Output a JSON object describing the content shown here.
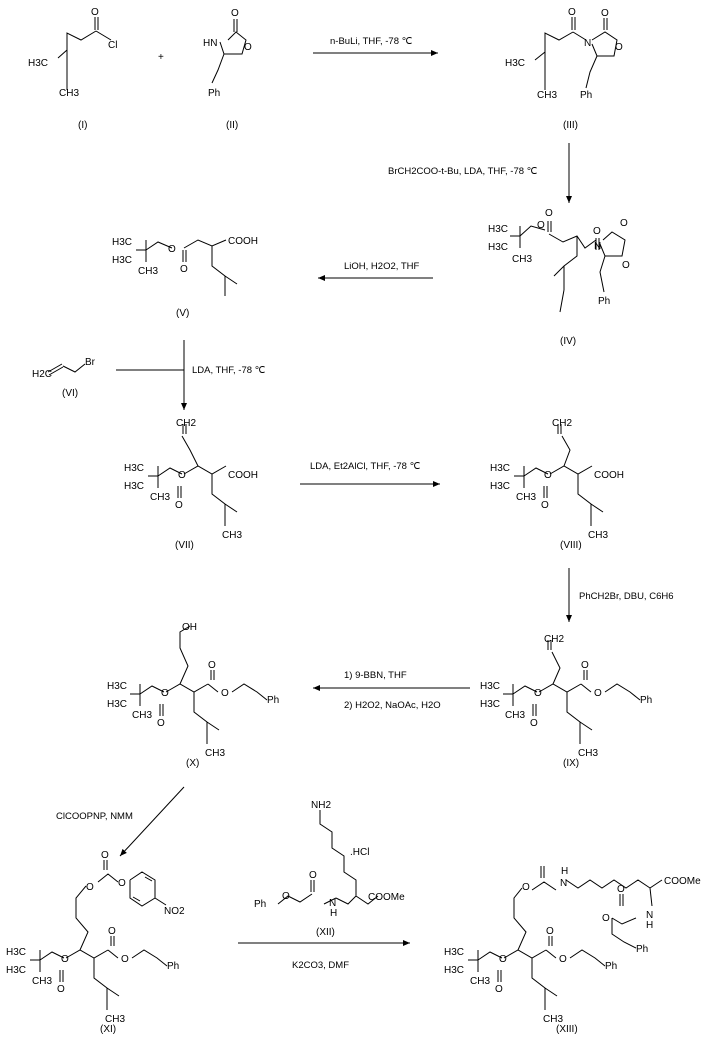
{
  "compounds": {
    "I": {
      "label": "(I)",
      "atoms": [
        "O",
        "Cl",
        "H3C",
        "CH3"
      ]
    },
    "II": {
      "label": "(II)",
      "atoms": [
        "O",
        "HN",
        "O",
        "Ph"
      ]
    },
    "III": {
      "label": "(III)",
      "atoms": [
        "O",
        "O",
        "N",
        "O",
        "H3C",
        "CH3",
        "Ph"
      ]
    },
    "IV": {
      "label": "(IV)",
      "atoms": [
        "H3C",
        "H3C",
        "CH3",
        "O",
        "O",
        "O",
        "O",
        "N",
        "O",
        "Ph"
      ]
    },
    "V": {
      "label": "(V)",
      "atoms": [
        "H3C",
        "H3C",
        "CH3",
        "O",
        "O",
        "COOH"
      ]
    },
    "VI": {
      "label": "(VI)",
      "atoms": [
        "H2C",
        "Br"
      ]
    },
    "VII": {
      "label": "(VII)",
      "atoms": [
        "CH2",
        "H3C",
        "H3C",
        "CH3",
        "O",
        "O",
        "COOH",
        "CH3"
      ]
    },
    "VIII": {
      "label": "(VIII)",
      "atoms": [
        "CH2",
        "H3C",
        "H3C",
        "CH3",
        "O",
        "O",
        "COOH",
        "CH3"
      ]
    },
    "IX": {
      "label": "(IX)",
      "atoms": [
        "CH2",
        "H3C",
        "H3C",
        "CH3",
        "O",
        "O",
        "O",
        "O",
        "Ph",
        "CH3"
      ]
    },
    "X": {
      "label": "(X)",
      "atoms": [
        "OH",
        "H3C",
        "H3C",
        "CH3",
        "O",
        "O",
        "O",
        "O",
        "Ph",
        "CH3"
      ]
    },
    "XI": {
      "label": "(XI)",
      "atoms": [
        "O",
        "O",
        "O",
        "NO2",
        "H3C",
        "H3C",
        "CH3",
        "O",
        "O",
        "O",
        "O",
        "Ph",
        "CH3"
      ]
    },
    "XII": {
      "label": "(XII)",
      "atoms": [
        "NH2",
        ".HCl",
        "O",
        "Ph",
        "O",
        "N",
        "H",
        "COOMe"
      ]
    },
    "XIII": {
      "label": "(XIII)",
      "atoms": [
        "O",
        "N",
        "H",
        "COOMe",
        "O",
        "N",
        "H",
        "O",
        "Ph",
        "H3C",
        "H3C",
        "CH3",
        "O",
        "O",
        "O",
        "O",
        "Ph",
        "CH3"
      ]
    }
  },
  "reactions": [
    {
      "id": "r1",
      "conditions": [
        "n-BuLi, THF, -78 ℃"
      ]
    },
    {
      "id": "r2",
      "conditions": [
        "BrCH2COO-t-Bu, LDA, THF, -78 ℃"
      ]
    },
    {
      "id": "r3",
      "conditions": [
        "LiOH, H2O2, THF"
      ]
    },
    {
      "id": "r4",
      "conditions": [
        "LDA, THF, -78 ℃"
      ]
    },
    {
      "id": "r5",
      "conditions": [
        "LDA, Et2AlCl, THF, -78 ℃"
      ]
    },
    {
      "id": "r6",
      "conditions": [
        "PhCH2Br, DBU, C6H6"
      ]
    },
    {
      "id": "r7",
      "conditions": [
        "1) 9-BBN, THF",
        "2) H2O2, NaOAc, H2O"
      ]
    },
    {
      "id": "r8",
      "conditions": [
        "ClCOOPNP, NMM"
      ]
    },
    {
      "id": "r9",
      "conditions": [
        "K2CO3, DMF"
      ]
    }
  ],
  "plus_sign": "+"
}
